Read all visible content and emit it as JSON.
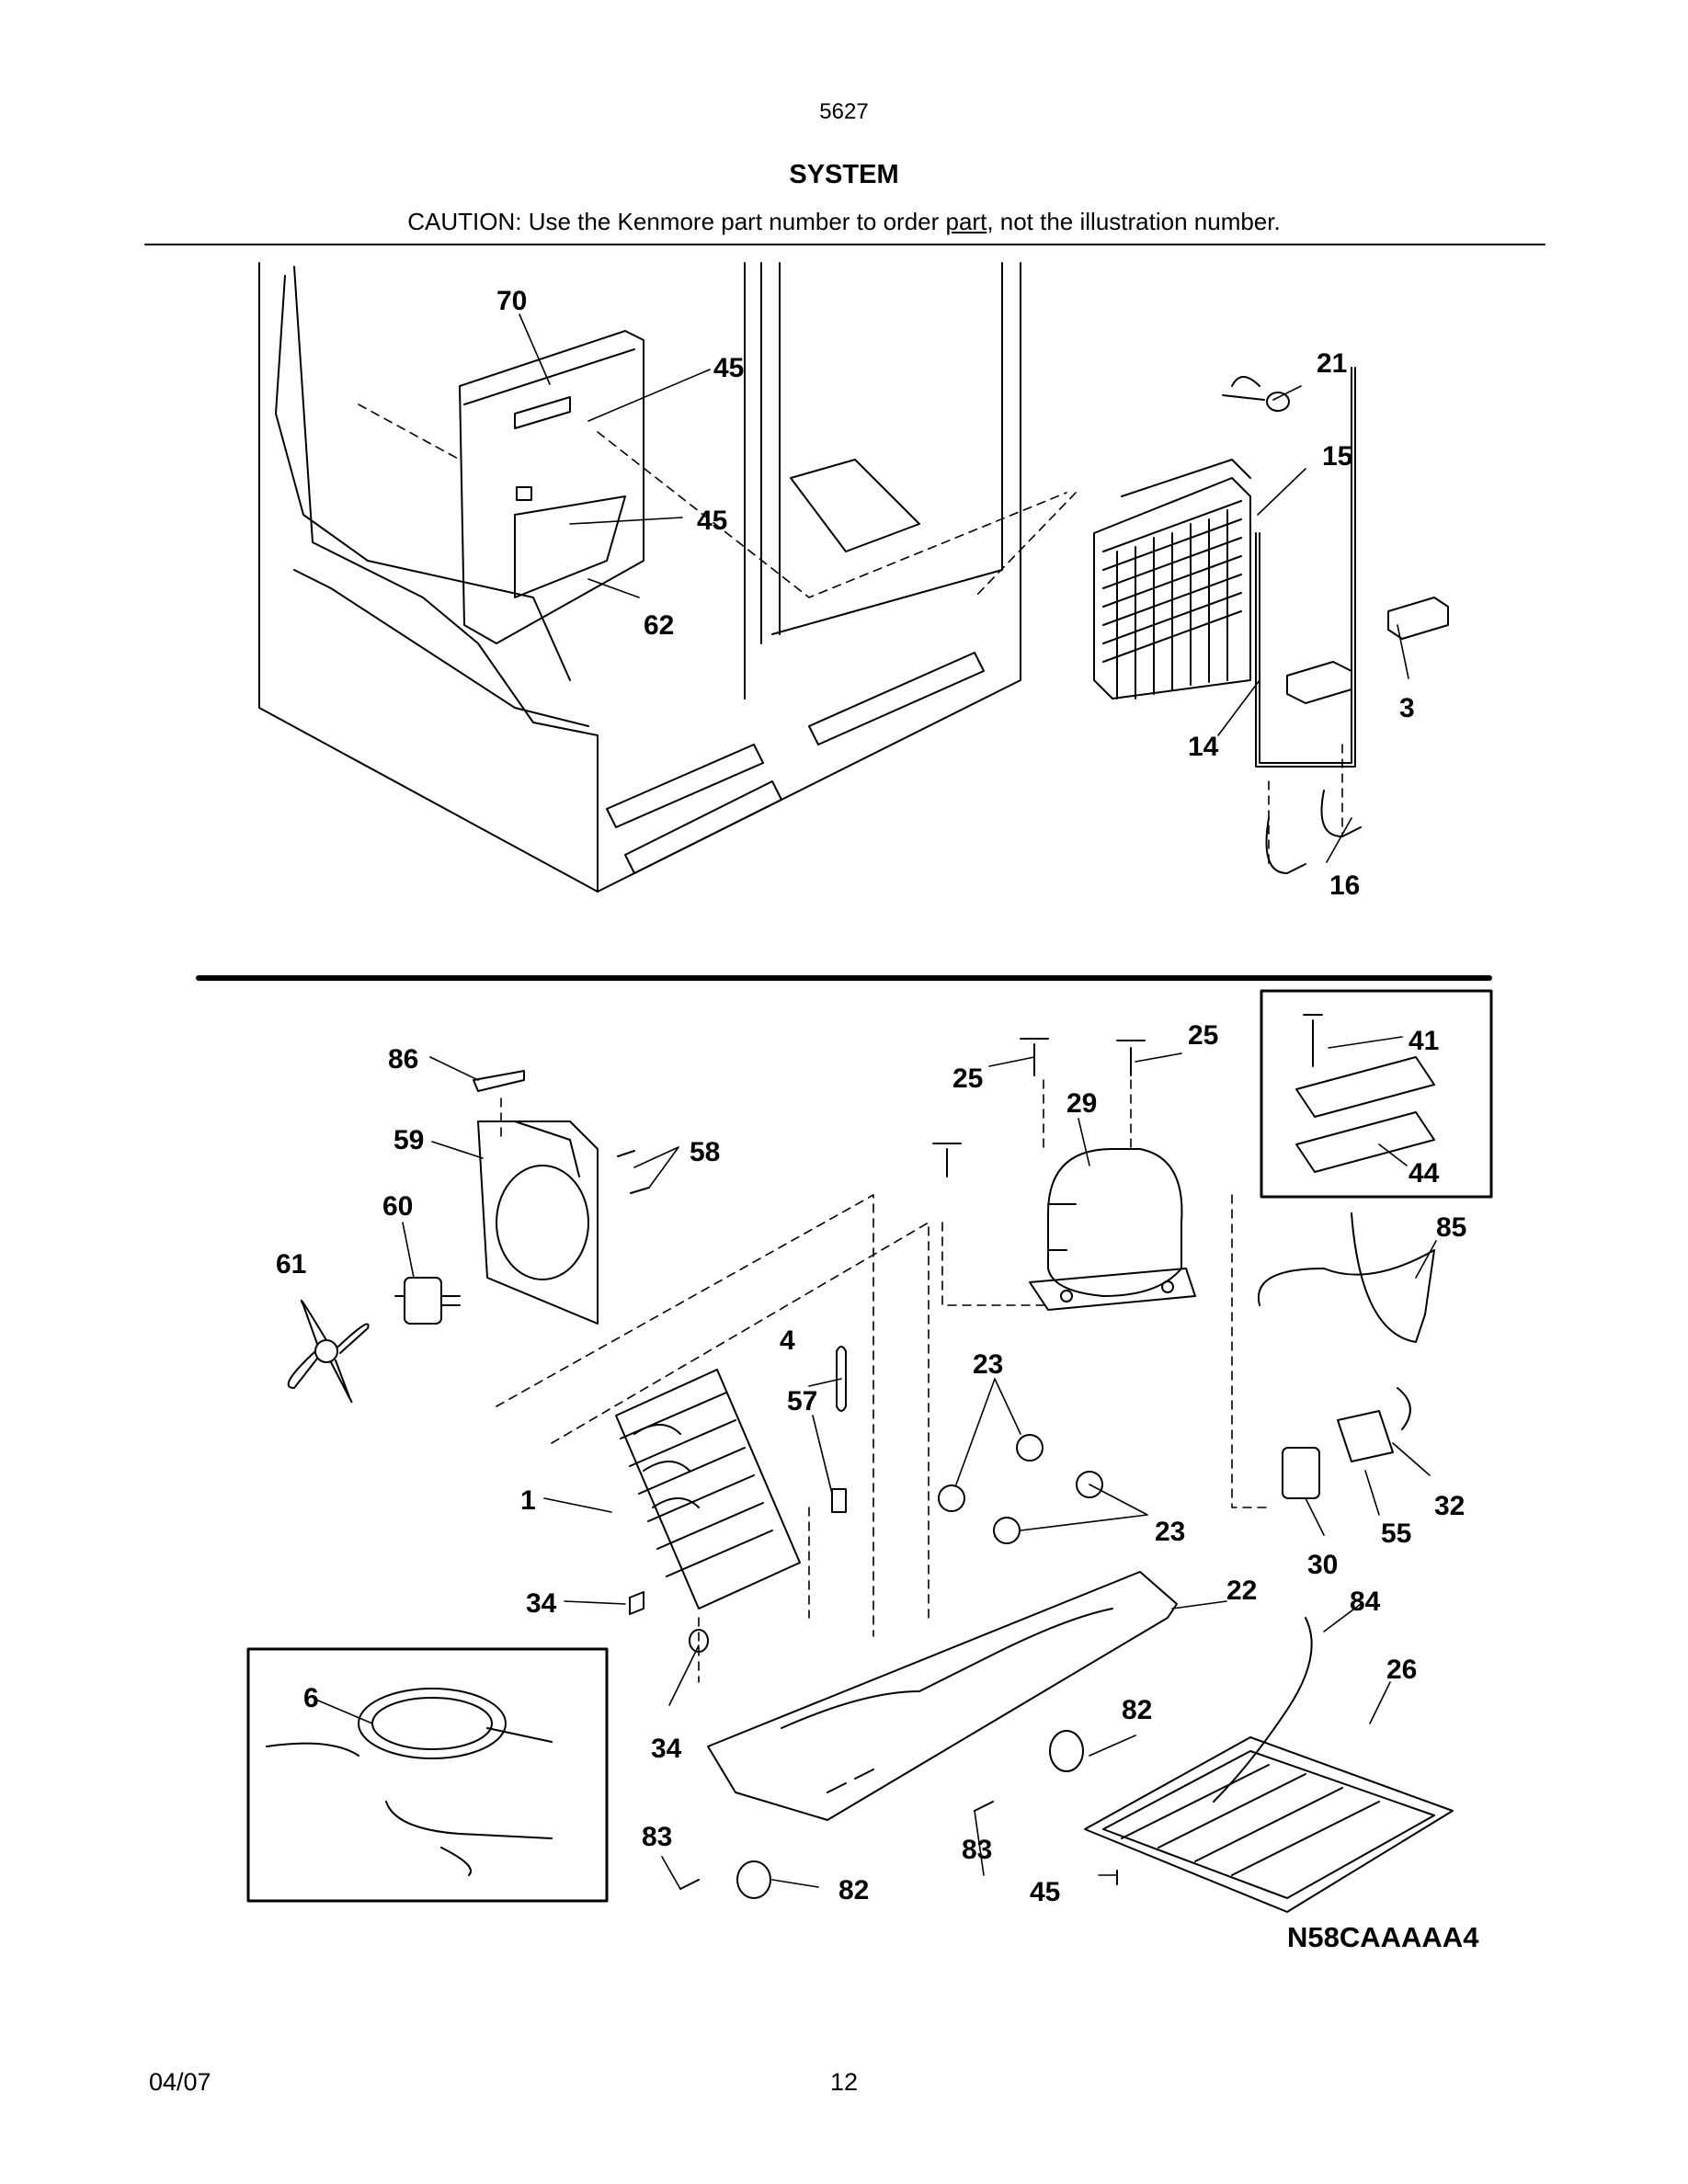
{
  "header": {
    "model": "5627",
    "title": "SYSTEM",
    "caution_before": "CAUTION: Use the Kenmore part number to order ",
    "caution_link": "part",
    "caution_after": ", not the illustration number."
  },
  "callouts": {
    "c70": "70",
    "c45a": "45",
    "c45b": "45",
    "c62": "62",
    "c21": "21",
    "c15": "15",
    "c3": "3",
    "c14": "14",
    "c16": "16",
    "c86": "86",
    "c59": "59",
    "c58": "58",
    "c60": "60",
    "c61": "61",
    "c25a": "25",
    "c25b": "25",
    "c29": "29",
    "c41": "41",
    "c44": "44",
    "c85": "85",
    "c4": "4",
    "c23a": "23",
    "c23b": "23",
    "c57": "57",
    "c1": "1",
    "c34a": "34",
    "c34b": "34",
    "c6": "6",
    "c22": "22",
    "c84": "84",
    "c26": "26",
    "c82a": "82",
    "c82b": "82",
    "c83a": "83",
    "c83b": "83",
    "c45c": "45",
    "c32": "32",
    "c55": "55",
    "c30": "30"
  },
  "figure_id": "N58CAAAAA4",
  "footer": {
    "date": "04/07",
    "page": "12"
  }
}
